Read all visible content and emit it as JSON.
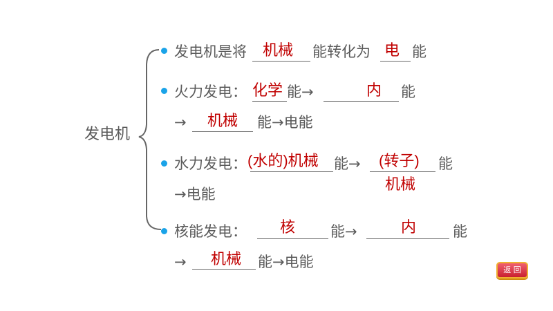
{
  "title": "发电机",
  "items": [
    {
      "text": [
        "发电机是将",
        "能转化为",
        "能"
      ],
      "answers": [
        "机械",
        "电"
      ]
    },
    {
      "text": [
        "火力发电：",
        "能→",
        "能",
        "→",
        "能→电能"
      ],
      "answers": [
        "化学",
        "内",
        "机械"
      ]
    },
    {
      "text": [
        "水力发电：",
        "能→",
        "能",
        "→电能"
      ],
      "answers": [
        "(水的)机械",
        "(转子)",
        "机械"
      ]
    },
    {
      "text": [
        "核能发电：",
        "能→",
        "能",
        "→",
        "能→电能"
      ],
      "answers": [
        "核",
        "内",
        "机械"
      ]
    }
  ],
  "return_button": "返 回",
  "colors": {
    "text": "#5a5a5a",
    "answer": "#c00000",
    "bullet": "#1aa3e8"
  }
}
